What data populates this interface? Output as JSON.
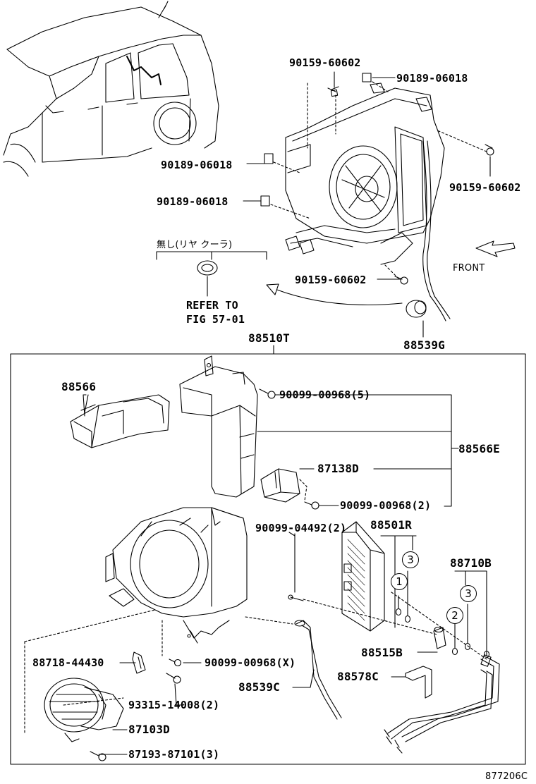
{
  "diagram_code": "877206C",
  "front_label": "FRONT",
  "note_no_rear_cooler": "無し(リヤ クーラ)",
  "refer_to": [
    "REFER TO",
    "FIG 57-01"
  ],
  "assembly_label": "88510T",
  "parts": {
    "p1": "90159-60602",
    "p2": "90189-06018",
    "p3": "90189-06018",
    "p4": "90159-60602",
    "p5": "90189-06018",
    "p6": "90159-60602",
    "p7": "88539G",
    "p8": "88566",
    "p9": "90099-00968(5)",
    "p10": "88566E",
    "p11": "87138D",
    "p12": "90099-00968(2)",
    "p13": "90099-04492(2)",
    "p14": "88501R",
    "p15": "88710B",
    "p16": "88515B",
    "p17": "88578C",
    "p18": "88718-44430",
    "p19": "90099-00968(X)",
    "p20": "88539C",
    "p21": "93315-14008(2)",
    "p22": "87103D",
    "p23": "87193-87101(3)"
  },
  "callouts": [
    "3",
    "1",
    "2",
    "3"
  ]
}
